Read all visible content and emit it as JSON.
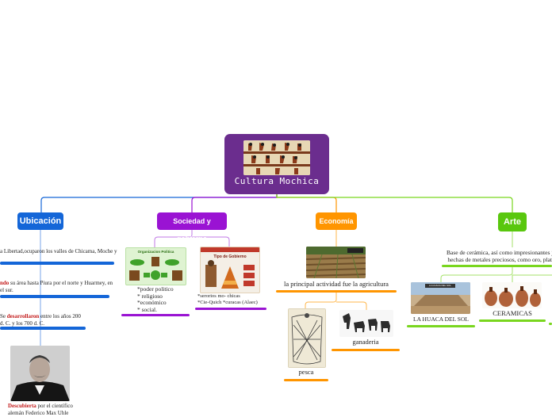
{
  "central": {
    "title": "Cultura Mochica",
    "image": "mochica-mural-image"
  },
  "topics": {
    "ubicacion": "Ubicación",
    "sociedad": "Sociedad y gobierno",
    "economia": "Economía",
    "arte": "Arte"
  },
  "ubicacion": {
    "n1": "a Libertad,ocuparon los valles de Chicama, Moche y",
    "n2_red": "ndo",
    "n2_rest": " su área hasta Piura por el norte y Huarmey, en",
    "n2_line2": "el sur.",
    "n3_pre": "Se ",
    "n3_red": "desarrollaron",
    "n3_rest": " entre los años 200",
    "n3_line2": "d. C. y los 700 d. C.",
    "n4_red": "Descubierta",
    "n4_rest": " por el científico",
    "n4_line2": "alemán Federico Max Uhle"
  },
  "sociedad": {
    "img1_title": "Organizacion Politica",
    "img2_title": "Tipo de Gobierno",
    "list1": [
      "*poder politico",
      "* religioso",
      "*económico",
      "* social."
    ],
    "list2": [
      "*serorios mo- chicas",
      "*Cie-Quich *curacas (Alaec)"
    ]
  },
  "economia": {
    "main": "la principal actividad fue la agricultura",
    "pesca": "pesca",
    "ganaderia": "ganaderia"
  },
  "arte": {
    "desc1": "Base de cerámica, así como impresionantes j",
    "desc2": "hechas de metales preciosos, como oro, plat",
    "huaca": "LA HUACA DEL SOL",
    "huaca_tag": "LA HUACA DEL SOL",
    "ceramicas": "CERAMICAS"
  },
  "colors": {
    "central": "#6b2d8e",
    "ubicacion": "#1466d8",
    "sociedad": "#9a13d3",
    "economia": "#ff9500",
    "arte": "#59c70e"
  }
}
